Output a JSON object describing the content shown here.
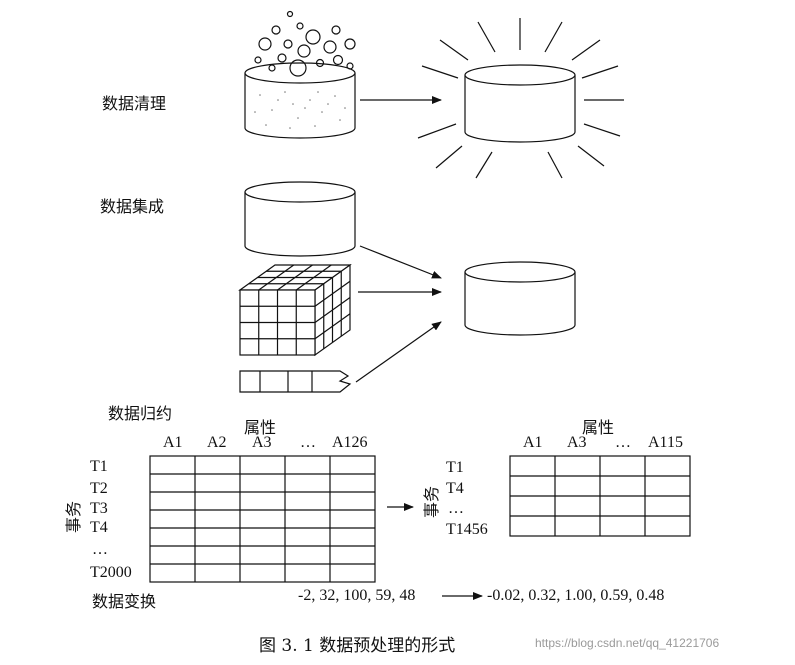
{
  "sections": {
    "cleaning": "数据清理",
    "integration": "数据集成",
    "reduction": "数据归约",
    "transformation": "数据变换"
  },
  "reduction": {
    "left_table": {
      "header": "属性",
      "columns": [
        "A1",
        "A2",
        "A3",
        "…",
        "A126"
      ],
      "row_axis": "事务",
      "rows": [
        "T1",
        "T2",
        "T3",
        "T4",
        "…",
        "T2000"
      ]
    },
    "right_table": {
      "header": "属性",
      "columns": [
        "A1",
        "A3",
        "…",
        "A115"
      ],
      "row_axis": "事务",
      "rows": [
        "T1",
        "T4",
        "…",
        "T1456"
      ]
    }
  },
  "transformation": {
    "input": "-2, 32, 100, 59, 48",
    "output": "-0.02, 0.32, 1.00, 0.59, 0.48"
  },
  "caption": "图 3. 1    数据预处理的形式",
  "watermark": "https://blog.csdn.net/qq_41221706"
}
